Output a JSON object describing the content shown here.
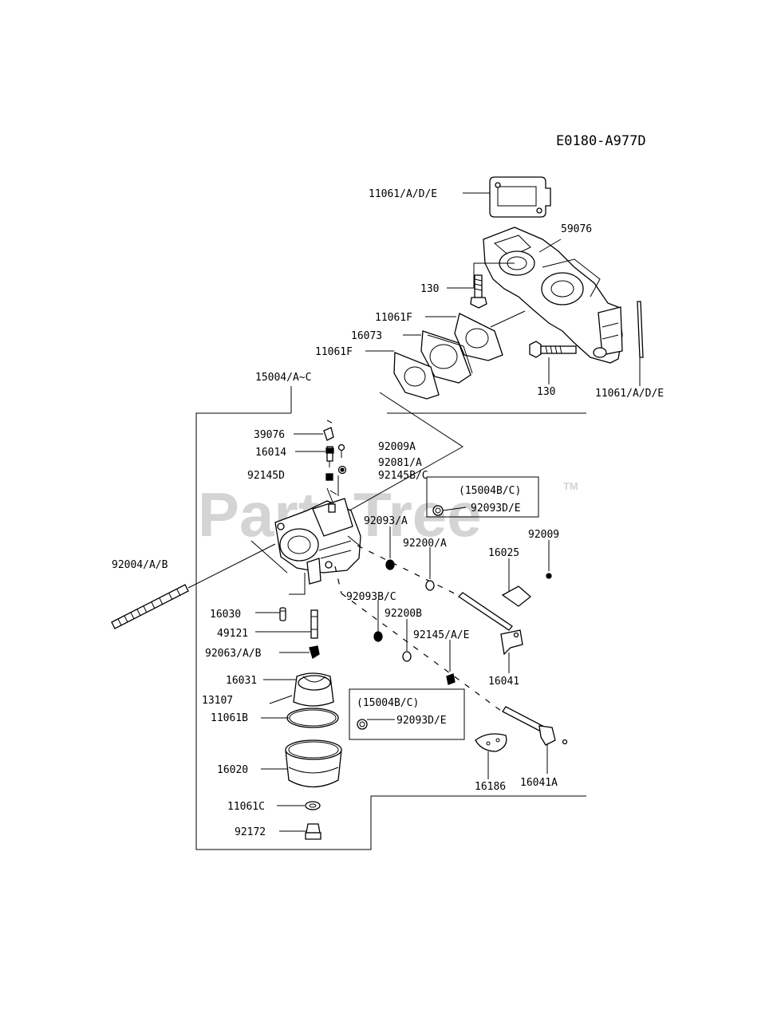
{
  "diagram": {
    "code": "E0180-A977D",
    "watermark": "PartsTree",
    "watermark_tm": "TM",
    "callouts": {
      "gasket_top": "11061/A/D/E",
      "manifold": "59076",
      "bolt_upper": "130",
      "gasket_f_upper": "11061F",
      "spacer": "16073",
      "gasket_f_lower": "11061F",
      "bolt_lower": "130",
      "gasket_side": "11061/A/D/E",
      "carb_assembly": "15004/A~C",
      "cap": "39076",
      "needle": "16014",
      "nut_92145d": "92145D",
      "screw_92009a": "92009A",
      "oring_92081": "92081/A",
      "spring_92145bc": "92145B/C",
      "variant_top": "(15004B/C)",
      "oring_top_variant": "92093D/E",
      "seal_92093a": "92093/A",
      "washer_92200a": "92200/A",
      "screw_92009": "92009",
      "plate_16025": "16025",
      "stud": "92004/A/B",
      "pin_16030": "16030",
      "jet_49121": "49121",
      "seal_92093bc": "92093B/C",
      "washer_92200b": "92200B",
      "spring_92145ae": "92145/A/E",
      "shaft_16041": "16041",
      "jet_92063": "92063/A/B",
      "float_16031": "16031",
      "pin_13107": "13107",
      "gasket_11061b": "11061B",
      "variant_bottom": "(15004B/C)",
      "oring_bottom_variant": "92093D/E",
      "bowl_16020": "16020",
      "shaft_16041a": "16041A",
      "plate_16186": "16186",
      "washer_11061c": "11061C",
      "bolt_92172": "92172"
    }
  }
}
